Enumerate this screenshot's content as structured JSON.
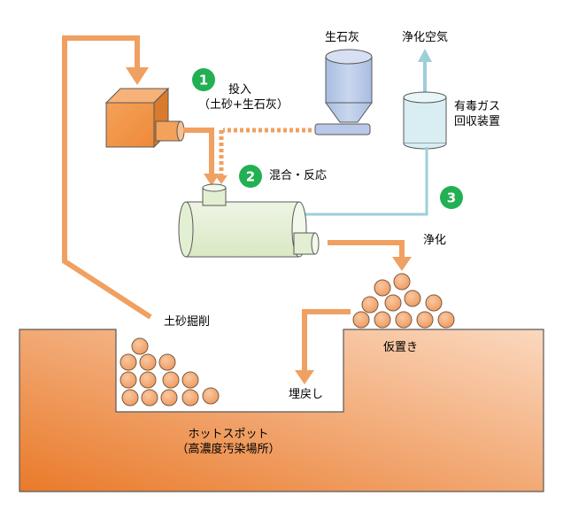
{
  "labels": {
    "quicklime": "生石灰",
    "purified_air": "浄化空気",
    "input_line1": "投入",
    "input_line2": "（土砂+生石灰）",
    "mixing": "混合・反応",
    "gas_device_line1": "有毒ガス",
    "gas_device_line2": "回収装置",
    "purify": "浄化",
    "excavation": "土砂掘削",
    "temporary": "仮置き",
    "backfill": "埋戻し",
    "hotspot_line1": "ホットスポット",
    "hotspot_line2": "（高濃度汚染場所）"
  },
  "steps": [
    "1",
    "2",
    "3"
  ],
  "colors": {
    "flow_orange": "#f0a060",
    "device_orange": "#f2913f",
    "mixer_green": "#e3efd2",
    "gas_blue": "#d8eef2",
    "pipe_blue": "#9ccfd8",
    "silo_blue": "#b4c6e4",
    "badge_green": "#22b052",
    "soil_ball": "#f4a46e"
  }
}
